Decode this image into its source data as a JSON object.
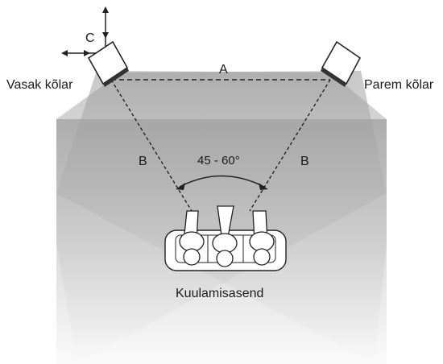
{
  "labels": {
    "left_speaker": "Vasak kõlar",
    "right_speaker": "Parem kõlar",
    "distance_between_speakers": "A",
    "distance_left_to_listener": "B",
    "distance_right_to_listener": "B",
    "adjustment_direction": "C",
    "angle": "45 - 60°",
    "listening_position": "Kuulamisasend"
  }
}
